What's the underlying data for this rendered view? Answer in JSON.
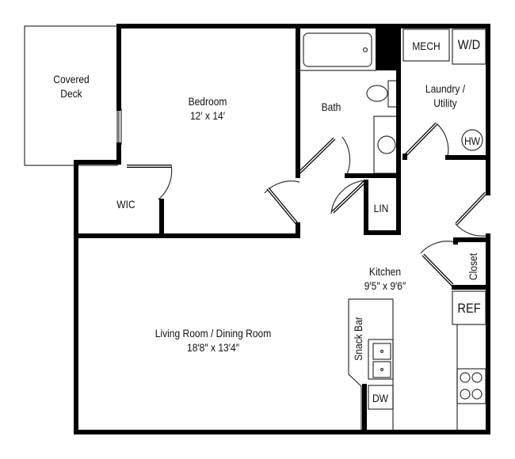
{
  "floor_plan": {
    "rooms": {
      "covered_deck": {
        "name_line1": "Covered",
        "name_line2": "Deck"
      },
      "bedroom": {
        "name": "Bedroom",
        "size": "12′ x 14′"
      },
      "wic": {
        "name": "WIC"
      },
      "bath": {
        "name": "Bath"
      },
      "mech": {
        "name": "MECH"
      },
      "wd": {
        "name": "W/D"
      },
      "laundry": {
        "name_line1": "Laundry /",
        "name_line2": "Utility"
      },
      "hw": {
        "name": "HW"
      },
      "lin": {
        "name": "LIN"
      },
      "kitchen": {
        "name": "Kitchen",
        "size": "9′5″ x 9′6″"
      },
      "closet": {
        "name": "Closet"
      },
      "ref": {
        "name": "REF"
      },
      "snack_bar": {
        "name": "Snack Bar"
      },
      "dw": {
        "name": "DW"
      },
      "living": {
        "name": "Living Room / Dining Room",
        "size": "18′8″ x 13′4″"
      }
    },
    "colors": {
      "wall": "#000000",
      "background": "#ffffff",
      "line": "#333333"
    }
  }
}
